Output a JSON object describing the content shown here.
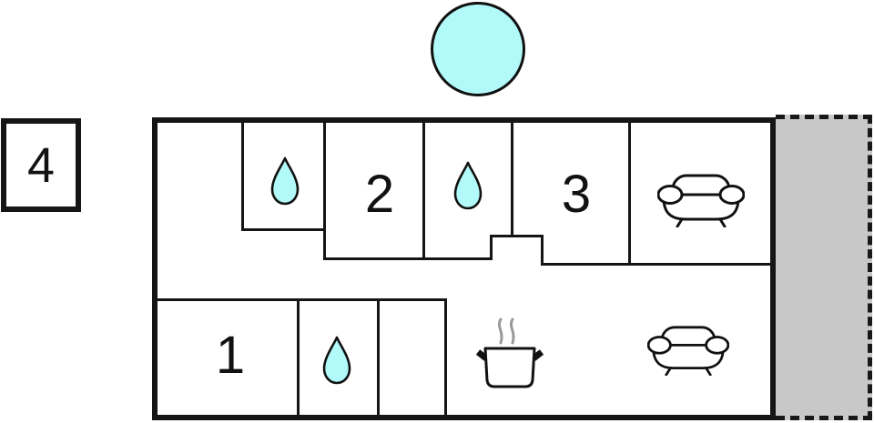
{
  "floor_plan": {
    "unit_box": {
      "label": "4"
    },
    "rooms": [
      {
        "label": "1"
      },
      {
        "label": "2"
      },
      {
        "label": "3"
      }
    ],
    "icons": [
      "circle-marker",
      "water-drop-icon",
      "water-drop-icon",
      "water-drop-icon",
      "sofa-icon",
      "sofa-icon",
      "cooking-pot-icon"
    ],
    "colors": {
      "water": "#b2fafa",
      "terrace": "#c8c8c8",
      "wall": "#151515",
      "steam": "#999999"
    }
  }
}
